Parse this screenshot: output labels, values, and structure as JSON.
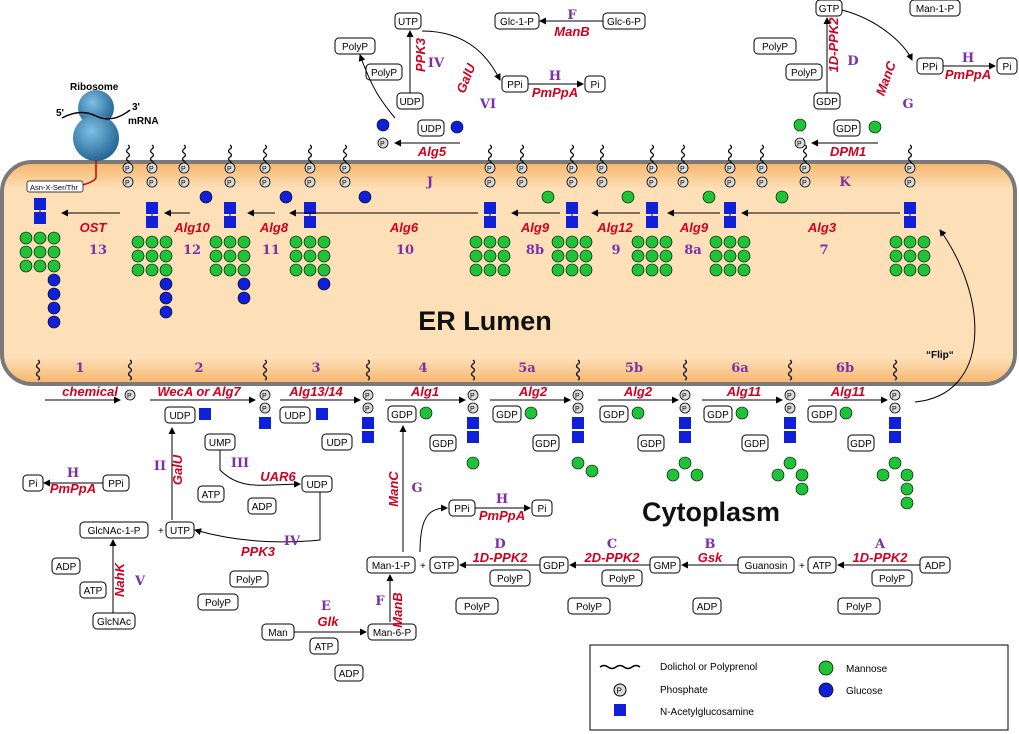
{
  "regions": {
    "er_lumen": "ER Lumen",
    "cytoplasm": "Cytoplasm",
    "flip": "“Flip“"
  },
  "ribosome": {
    "label": "Ribosome",
    "five_prime": "5'",
    "three_prime": "3'",
    "mrna": "mRNA",
    "sequon": "Asn-X-Ser/Thr"
  },
  "lumen_steps": {
    "stage_numbers": [
      "13",
      "12",
      "11",
      "10",
      "8b",
      "9",
      "8a",
      "7"
    ],
    "enzymes": [
      "OST",
      "Alg10",
      "Alg8",
      "Alg6",
      "Alg9",
      "Alg12",
      "Alg9",
      "Alg3"
    ],
    "J": "J",
    "K": "K"
  },
  "membrane_steps": {
    "stage_numbers": [
      "1",
      "2",
      "3",
      "4",
      "5a",
      "5b",
      "6a",
      "6b"
    ],
    "enzymes": [
      "chemical",
      "WecA or Alg7",
      "Alg13/14",
      "Alg1",
      "Alg2",
      "Alg2",
      "Alg11",
      "Alg11"
    ]
  },
  "top_pathway": {
    "F_letter": "F",
    "F_enzyme": "ManB",
    "glc1p": "Glc-1-P",
    "glc6p": "Glc-6-P",
    "utp": "UTP",
    "udp": "UDP",
    "udp_glc": "UDP",
    "ppk3": "PPK3",
    "iv": "IV",
    "polyp_n1": "PolyP",
    "polyp_n": "PolyP",
    "galu": "GalU",
    "vi": "VI",
    "ppi": "PPi",
    "pi": "Pi",
    "H_letter": "H",
    "H_enzyme": "PmPpA",
    "alg5": "Alg5",
    "gtp": "GTP",
    "man1p": "Man-1-P",
    "D_letter": "D",
    "D_enzyme": "1D-PPK2",
    "ppi2": "PPi",
    "pi2": "Pi",
    "H2_letter": "H",
    "H2_enzyme": "PmPpA",
    "manc": "ManC",
    "G": "G",
    "gdp": "GDP",
    "gdp2": "GDP",
    "dpm1": "DPM1"
  },
  "cyto_pathway": {
    "udp_glcnac": "UDP",
    "ump": "UMP",
    "udp2": "UDP",
    "udp3": "UDP",
    "atp": "ATP",
    "adp": "ADP",
    "uar6": "UAR6",
    "iii": "III",
    "pi": "Pi",
    "ppi": "PPi",
    "H_letter": "H",
    "H_enzyme": "PmPpA",
    "ii": "II",
    "galu": "GalU",
    "glcnac1p": "GlcNAc-1-P",
    "plus": "+",
    "utp": "UTP",
    "ppk3": "PPK3",
    "iv": "IV",
    "polyp_n": "PolyP",
    "polyp_n1": "PolyP",
    "adp2": "ADP",
    "atp2": "ATP",
    "nahk": "NahK",
    "v": "V",
    "glcnac": "GlcNAc",
    "gdp_4": "GDP",
    "gdp_4b": "GDP",
    "gdp_5a": "GDP",
    "gdp_5ab": "GDP",
    "gdp_5b": "GDP",
    "gdp_5bb": "GDP",
    "gdp_6a": "GDP",
    "gdp_6ab": "GDP",
    "gdp_6b": "GDP",
    "gdp_6bb": "GDP",
    "manc": "ManC",
    "G": "G",
    "ppi2": "PPi",
    "pi2": "Pi",
    "H2_letter": "H",
    "H2_enzyme": "PmPpA",
    "man1p": "Man-1-P",
    "plus2": "+",
    "gtp": "GTP",
    "D_letter": "D",
    "D_enzyme": "1D-PPK2",
    "gdp": "GDP",
    "C_letter": "C",
    "C_enzyme": "2D-PPK2",
    "gmp": "GMP",
    "B_letter": "B",
    "B_enzyme": "Gsk",
    "guanosin": "Guanosin",
    "plus3": "+",
    "atp3": "ATP",
    "A_letter": "A",
    "A_enzyme": "1D-PPK2",
    "adp3": "ADP",
    "polyp_d1": "PolyP",
    "polyp_d2": "PolyP",
    "polyp_c1": "PolyP",
    "polyp_c2": "PolyP",
    "adp_b": "ADP",
    "polyp_a1": "PolyP",
    "polyp_a2": "PolyP",
    "F_letter": "F",
    "F_enzyme": "ManB",
    "man6p": "Man-6-P",
    "E_letter": "E",
    "E_enzyme": "Glk",
    "man": "Man",
    "atp4": "ATP",
    "adp4": "ADP"
  },
  "legend": {
    "dolichol": "Dolichol or Polyprenol",
    "phosphate": "Phosphate",
    "glcnac": "N-Acetylglucosamine",
    "mannose": "Mannose",
    "glucose": "Glucose",
    "p": "P"
  },
  "colors": {
    "mannose": "#1ec337",
    "glucose": "#1020d8",
    "glcnac": "#1020d8",
    "enzyme": "#d0001e",
    "step": "#7b2fa8",
    "membrane_fill": "#fde0b4",
    "ribosome": "#3a87b8"
  }
}
